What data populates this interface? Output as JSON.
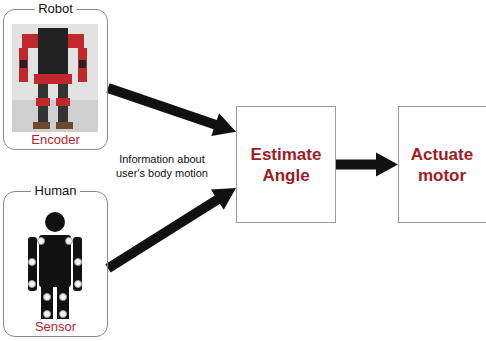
{
  "diagram": {
    "nodes": [
      {
        "text": [
          "Robot",
          "Encoder"
        ]
      },
      {
        "text": [
          "Human",
          "Sensor"
        ]
      },
      {
        "text": [
          "Estimate Angle"
        ]
      },
      {
        "text": [
          "Actuate motor"
        ]
      }
    ],
    "edges": [
      {
        "from": 0,
        "to": 2,
        "arrow": "to"
      },
      {
        "from": 1,
        "to": 2,
        "arrow": "to"
      },
      {
        "from": 2,
        "to": 3,
        "arrow": "to"
      }
    ],
    "labels": [
      "Information about user's body motion"
    ]
  }
}
